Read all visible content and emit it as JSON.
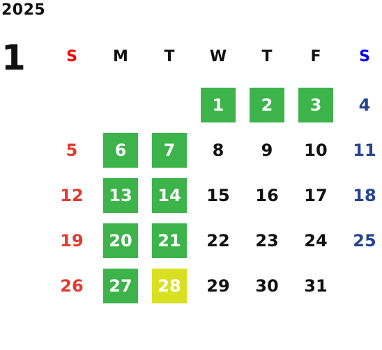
{
  "header": {
    "year": "2025",
    "month": "1"
  },
  "colors": {
    "sunday_text": "#e23b2e",
    "saturday_text": "#24448f",
    "sunday_header": "#ff0000",
    "saturday_header": "#0000ff",
    "green_highlight": "#3cb44a",
    "yellow_highlight": "#d9e021"
  },
  "weekdays": [
    {
      "label": "S"
    },
    {
      "label": "M"
    },
    {
      "label": "T"
    },
    {
      "label": "W"
    },
    {
      "label": "T"
    },
    {
      "label": "F"
    },
    {
      "label": "S"
    }
  ],
  "weeks": [
    [
      null,
      null,
      null,
      {
        "label": "1",
        "highlight": "green"
      },
      {
        "label": "2",
        "highlight": "green"
      },
      {
        "label": "3",
        "highlight": "green"
      },
      {
        "label": "4"
      }
    ],
    [
      {
        "label": "5"
      },
      {
        "label": "6",
        "highlight": "green"
      },
      {
        "label": "7",
        "highlight": "green"
      },
      {
        "label": "8"
      },
      {
        "label": "9"
      },
      {
        "label": "10"
      },
      {
        "label": "11"
      }
    ],
    [
      {
        "label": "12"
      },
      {
        "label": "13",
        "highlight": "green"
      },
      {
        "label": "14",
        "highlight": "green"
      },
      {
        "label": "15"
      },
      {
        "label": "16"
      },
      {
        "label": "17"
      },
      {
        "label": "18"
      }
    ],
    [
      {
        "label": "19"
      },
      {
        "label": "20",
        "highlight": "green"
      },
      {
        "label": "21",
        "highlight": "green"
      },
      {
        "label": "22"
      },
      {
        "label": "23"
      },
      {
        "label": "24"
      },
      {
        "label": "25"
      }
    ],
    [
      {
        "label": "26"
      },
      {
        "label": "27",
        "highlight": "green"
      },
      {
        "label": "28",
        "highlight": "yellow"
      },
      {
        "label": "29"
      },
      {
        "label": "30"
      },
      {
        "label": "31"
      },
      null
    ]
  ]
}
